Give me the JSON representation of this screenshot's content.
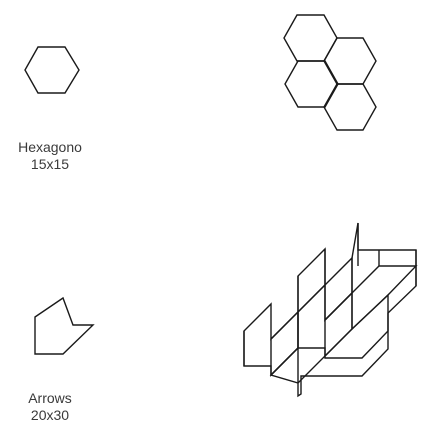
{
  "tiles": [
    {
      "name": "Hexagono",
      "size": "15x15",
      "icon": "hexagon-icon",
      "pattern_icon": "hexagon-pattern-icon"
    },
    {
      "name": "Arrows",
      "size": "20x30",
      "icon": "arrow-chevron-icon",
      "pattern_icon": "arrows-pattern-icon"
    }
  ],
  "colors": {
    "stroke": "#1a1a1a",
    "text": "#3a3a3a",
    "background": "#ffffff"
  }
}
